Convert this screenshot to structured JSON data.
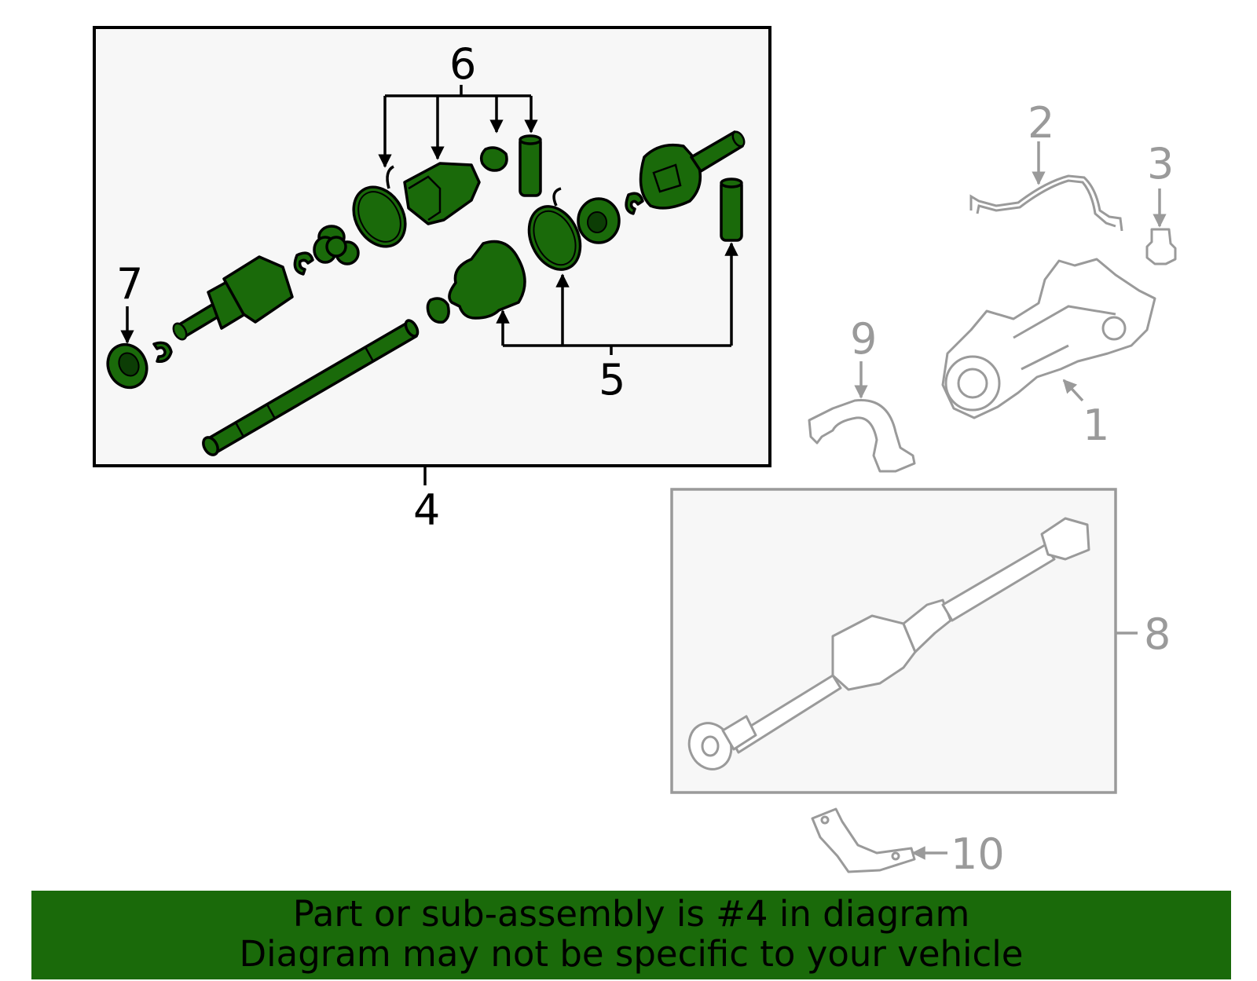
{
  "diagram": {
    "callouts": {
      "c1": "1",
      "c2": "2",
      "c3": "3",
      "c4": "4",
      "c5": "5",
      "c6": "6",
      "c7": "7",
      "c8": "8",
      "c9": "9",
      "c10": "10"
    },
    "highlight_color": "#1a6a0a",
    "dim_color": "#9a9a9a"
  },
  "footer": {
    "line1": "Part or sub-assembly is #4 in diagram",
    "line2": "Diagram may not be specific to your vehicle",
    "background": "#1a6a0a"
  }
}
